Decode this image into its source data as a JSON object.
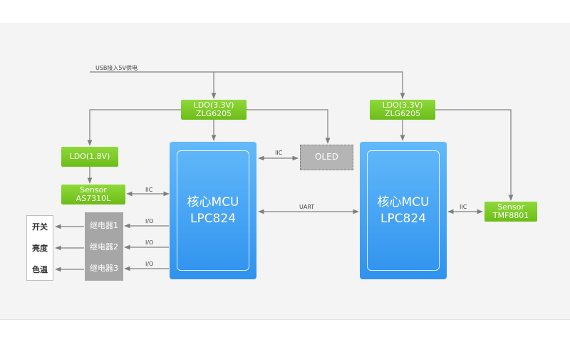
{
  "power_label": "USB接入5V供电",
  "ldo_left": {
    "line1": "LDO(3.3V)",
    "line2": "ZLG6205"
  },
  "ldo_right": {
    "line1": "LDO(3.3V)",
    "line2": "ZLG6205"
  },
  "ldo_18": "LDO(1.8V)",
  "sensor_left": {
    "line1": "Sensor",
    "line2": "AS7310L"
  },
  "sensor_right": {
    "line1": "Sensor",
    "line2": "TMF8801"
  },
  "oled": "OLED",
  "mcu_left": {
    "line1": "核心MCU",
    "line2": "LPC824"
  },
  "mcu_right": {
    "line1": "核心MCU",
    "line2": "LPC824"
  },
  "relays": [
    "继电器1",
    "继电器2",
    "继电器3"
  ],
  "outputs": [
    "开关",
    "亮度",
    "色温"
  ],
  "link_labels": {
    "iic_oled": "IIC",
    "iic_sensor_left": "IIC",
    "iic_sensor_right": "IIC",
    "uart": "UART",
    "io": [
      "I/O",
      "I/O",
      "I/O"
    ]
  },
  "colors": {
    "green": "#7acb22",
    "blue": "#3d9df1",
    "gray": "#a6a6a6",
    "line": "#7f7f7f"
  }
}
